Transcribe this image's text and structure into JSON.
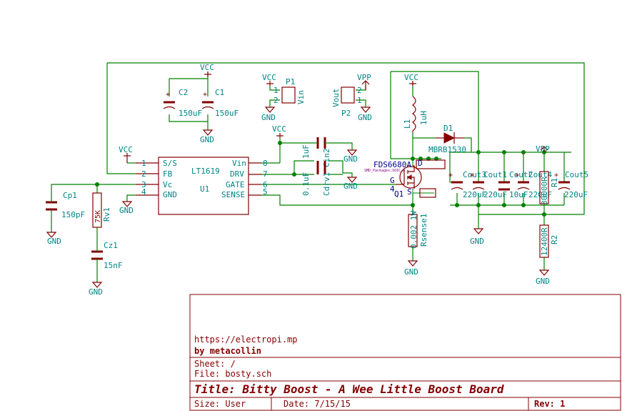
{
  "labels": {
    "vcc": "VCC",
    "vpp": "VPP",
    "gnd": "GND",
    "plus": "+",
    "c1_ref": "C1",
    "c1_val": "150uF",
    "c2_ref": "C2",
    "c2_val": "150uF",
    "p1_ref": "P1",
    "p1_name": "Vin",
    "p2_ref": "P2",
    "p2_name": "Vout",
    "pin1": "1",
    "pin2": "2",
    "u1_ref": "U1",
    "u1_part": "LT1619",
    "u1_pins": {
      "ss": "S/S",
      "fb": "FB",
      "vc": "Vc",
      "gnd": "GND",
      "vin": "Vin",
      "drv": "DRV",
      "gate": "GATE",
      "sense": "SENSE",
      "n1": "1",
      "n2": "2",
      "n3": "3",
      "n4": "4",
      "n5": "5",
      "n6": "6",
      "n7": "7",
      "n8": "8"
    },
    "cin2_ref": "Cin2",
    "cin2_val": "1uF",
    "cdrv1_ref": "Cdrv1",
    "cdrv1_val": "0.1uF",
    "l1_ref": "L1",
    "l1_val": "1uH",
    "d1_ref": "D1",
    "d1_val": "MBRB1530",
    "q1_ref": "Q1",
    "q1_part": "FDS6680A",
    "q1_footprint": "SMD_Packages:SOIC-8",
    "q1_g": "G",
    "q1_s": "S",
    "q1_d": "D",
    "q1_n4": "4",
    "rsense_ref": "Rsense1",
    "rsense_val": "0.002 1W",
    "cp1_ref": "Cp1",
    "cp1_val": "150pF",
    "rv1_ref": "Rv1",
    "rv1_val": "75K",
    "cz1_ref": "Cz1",
    "cz1_val": "15nF",
    "cout1_ref": "Cout1",
    "cout1_val": "220uF",
    "cout2_ref": "Cout2",
    "cout2_val": "10uF",
    "cout3_ref": "Cout3",
    "cout3_val": "220uF",
    "cout4_ref": "Cout4",
    "cout4_val": "220uF",
    "cout5_ref": "Cout5",
    "cout5_val": "220uF",
    "r1_ref": "R1",
    "r1_val": "30000R",
    "r2_ref": "R2",
    "r2_val": "12400R"
  },
  "title_block": {
    "url": "https://electropi.mp",
    "author": "by metacollin",
    "sheet": "Sheet: /",
    "file": "File: bosty.sch",
    "title": "Title: Bitty Boost - A Wee Little Boost Board",
    "size": "Size: User",
    "date": "Date: 7/15/15",
    "rev": "Rev: 1"
  }
}
